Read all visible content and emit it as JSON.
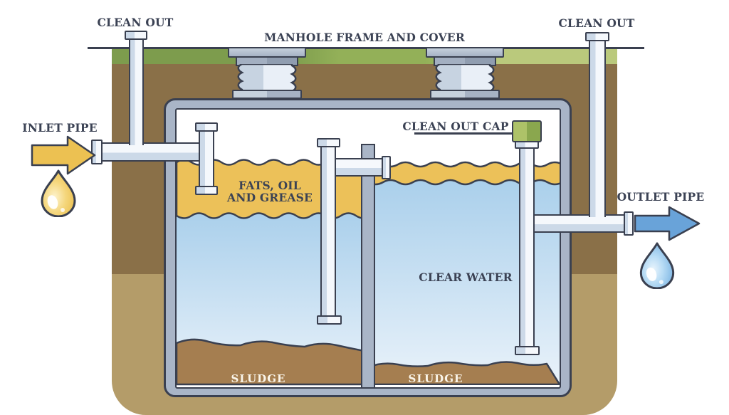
{
  "title": "Septic tank cross-section diagram",
  "labels": {
    "clean_out_left": "CLEAN OUT",
    "manhole_frame_and_cover": "MANHOLE FRAME AND COVER",
    "clean_out_right": "CLEAN OUT",
    "inlet_pipe": "INLET PIPE",
    "outlet_pipe": "OUTLET PIPE",
    "clean_out_cap": "CLEAN OUT CAP",
    "fats_oil_line1": "FATS, OIL",
    "fats_oil_line2": "AND GREASE",
    "clear_water": "CLEAR WATER",
    "sludge_chamber1": "SLUDGE",
    "sludge_chamber2": "SLUDGE"
  },
  "icons": {
    "inlet_flow": "arrow-right",
    "outlet_flow": "arrow-right",
    "inlet_droplet": "water-drop",
    "outlet_droplet": "water-drop"
  },
  "colors": {
    "outline": "#3a4050",
    "text": "#3b4254",
    "label_white": "#faf5ea",
    "grass_left": "#7d9c4d",
    "grass_mid": "#93b058",
    "grass_right": "#bac97c",
    "soil_dark": "#8a7048",
    "soil_light": "#b49c69",
    "tank_gray": "#a9b5c7",
    "pipe_light": "#f5f8fc",
    "pipe_shadow": "#ccd9e8",
    "riser_shadow": "#c7d3e1",
    "riser_light": "#e9eff7",
    "mh_flange_light": "#c5d0dc",
    "mh_flange_dark": "#a6b2c4",
    "mh_frame_light": "#a3afc1",
    "mh_frame_dark": "#909db0",
    "grease": "#ecc159",
    "water_top": "#a9cfeb",
    "water_bottom": "#e9f2fa",
    "sludge": "#a57e50",
    "cap_green_light": "#adc268",
    "cap_green_dark": "#8aa74e",
    "arrow_yellow": "#ecc152",
    "arrow_blue": "#69a3d9",
    "droplet_yellow_deep": "#e9ba42",
    "droplet_yellow_light": "#fdf3cd",
    "droplet_blue_deep": "#6facdf",
    "droplet_blue_light": "#e9f4fc"
  }
}
